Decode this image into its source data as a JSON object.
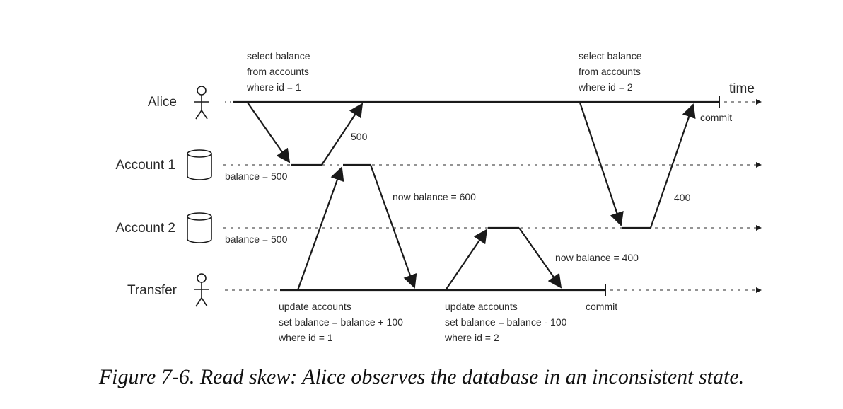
{
  "lanes": {
    "alice": "Alice",
    "account1": "Account 1",
    "account2": "Account 2",
    "transfer": "Transfer"
  },
  "time_label": "time",
  "alice_query_1": [
    "select balance",
    "from accounts",
    "where id = 1"
  ],
  "alice_query_2": [
    "select balance",
    "from accounts",
    "where id = 2"
  ],
  "alice_commit": "commit",
  "read1_value": "500",
  "read2_value": "400",
  "account1_initial": "balance = 500",
  "account2_initial": "balance = 500",
  "account1_after": "now balance = 600",
  "account2_after": "now balance = 400",
  "transfer_update_1": [
    "update accounts",
    "set balance = balance + 100",
    "where id = 1"
  ],
  "transfer_update_2": [
    "update accounts",
    "set balance = balance - 100",
    "where id = 2"
  ],
  "transfer_commit": "commit",
  "caption": "Figure 7-6. Read skew: Alice observes the database in an inconsistent state."
}
